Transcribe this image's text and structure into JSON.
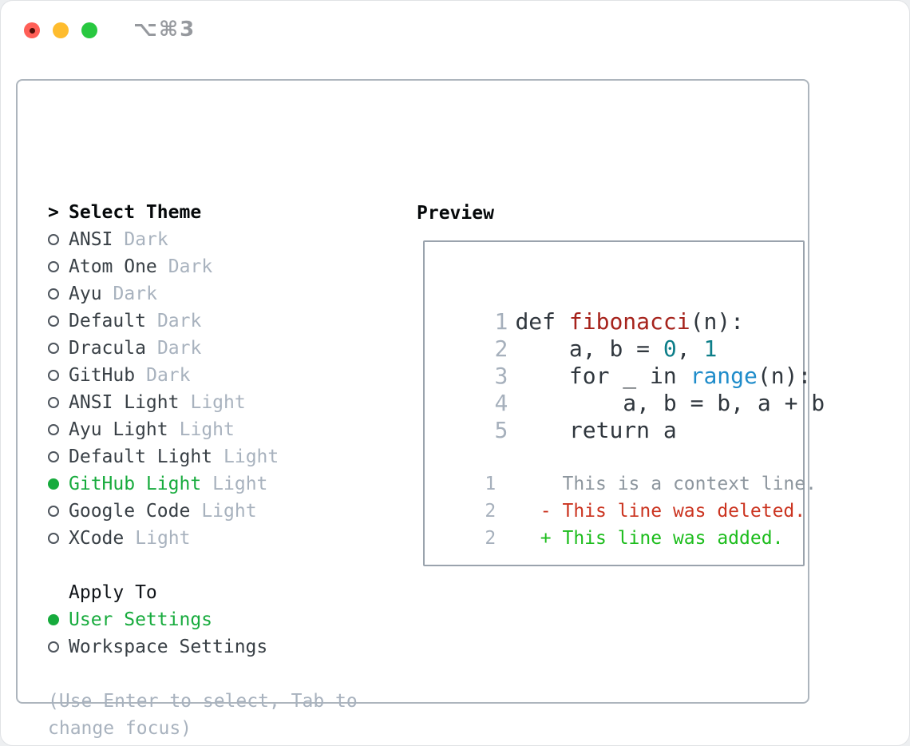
{
  "window": {
    "title_shortcut": "⌥⌘3"
  },
  "theme_picker": {
    "header_prefix": ">",
    "header": "Select Theme",
    "items": [
      {
        "name": "ANSI",
        "variant": "Dark",
        "selected": false
      },
      {
        "name": "Atom One",
        "variant": "Dark",
        "selected": false
      },
      {
        "name": "Ayu",
        "variant": "Dark",
        "selected": false
      },
      {
        "name": "Default",
        "variant": "Dark",
        "selected": false
      },
      {
        "name": "Dracula",
        "variant": "Dark",
        "selected": false
      },
      {
        "name": "GitHub",
        "variant": "Dark",
        "selected": false
      },
      {
        "name": "ANSI Light",
        "variant": "Light",
        "selected": false
      },
      {
        "name": "Ayu Light",
        "variant": "Light",
        "selected": false
      },
      {
        "name": "Default Light",
        "variant": "Light",
        "selected": false
      },
      {
        "name": "GitHub Light",
        "variant": "Light",
        "selected": true
      },
      {
        "name": "Google Code",
        "variant": "Light",
        "selected": false
      },
      {
        "name": "XCode",
        "variant": "Light",
        "selected": false
      }
    ],
    "apply_to": {
      "header": "Apply To",
      "options": [
        {
          "label": "User Settings",
          "selected": true
        },
        {
          "label": "Workspace Settings",
          "selected": false
        }
      ]
    },
    "hint": "(Use Enter to select, Tab to change focus)"
  },
  "preview": {
    "header": "Preview",
    "code_lines": [
      {
        "num": "1",
        "tokens": [
          {
            "text": "def ",
            "color": "code"
          },
          {
            "text": "fibonacci",
            "color": "function"
          },
          {
            "text": "(n):",
            "color": "code"
          }
        ]
      },
      {
        "num": "2",
        "tokens": [
          {
            "text": "    a, b = ",
            "color": "code"
          },
          {
            "text": "0",
            "color": "number"
          },
          {
            "text": ", ",
            "color": "code"
          },
          {
            "text": "1",
            "color": "number"
          }
        ]
      },
      {
        "num": "3",
        "tokens": [
          {
            "text": "    for _ in ",
            "color": "code"
          },
          {
            "text": "range",
            "color": "builtin"
          },
          {
            "text": "(n):",
            "color": "code"
          }
        ]
      },
      {
        "num": "4",
        "tokens": [
          {
            "text": "        a, b = b, a + b",
            "color": "code"
          }
        ]
      },
      {
        "num": "5",
        "tokens": [
          {
            "text": "    return a",
            "color": "code"
          }
        ]
      }
    ],
    "diff_lines": [
      {
        "num": "1",
        "kind": "context",
        "text": "      This is a context line."
      },
      {
        "num": "2",
        "kind": "deleted",
        "text": "    - This line was deleted."
      },
      {
        "num": "2",
        "kind": "added",
        "text": "    + This line was added."
      }
    ]
  },
  "colors": {
    "selected_green": "#17ab3d",
    "diff_added": "#1dbd1d",
    "diff_deleted": "#cb3420",
    "diff_context": "#8d969e",
    "code": "#30373e",
    "function": "#a6231c",
    "number": "#0d7e89",
    "builtin": "#1f8cca",
    "line_number": "#a6b0bc",
    "muted": "#a8b2be",
    "traffic_red": "#ff5f57",
    "traffic_yellow": "#febc2e",
    "traffic_green": "#28c840"
  }
}
